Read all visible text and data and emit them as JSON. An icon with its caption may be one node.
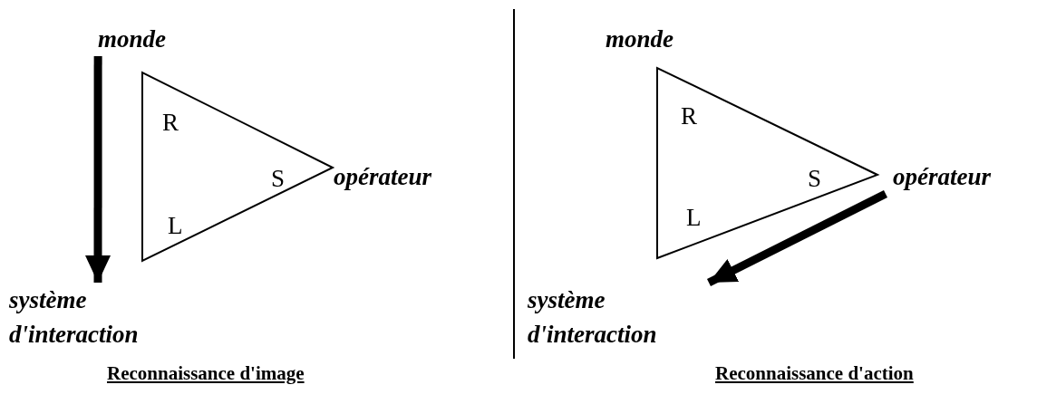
{
  "diagram": {
    "nodes": [
      {
        "text": [
          "monde"
        ]
      },
      {
        "text": [
          "R",
          "S",
          "L"
        ]
      },
      {
        "text": [
          "opérateur"
        ]
      },
      {
        "text": [
          "système d'interaction"
        ]
      },
      {
        "text": [
          "monde"
        ]
      },
      {
        "text": [
          "R",
          "S",
          "L"
        ]
      },
      {
        "text": [
          "opérateur"
        ]
      },
      {
        "text": [
          "système d'interaction"
        ]
      }
    ],
    "edges": [
      {
        "from": 0,
        "to": 3,
        "arrow": "to"
      },
      {
        "from": 6,
        "to": 7,
        "arrow": "to"
      }
    ],
    "labels": [
      "Reconnaissance d'image",
      "Reconnaissance d'action"
    ]
  }
}
